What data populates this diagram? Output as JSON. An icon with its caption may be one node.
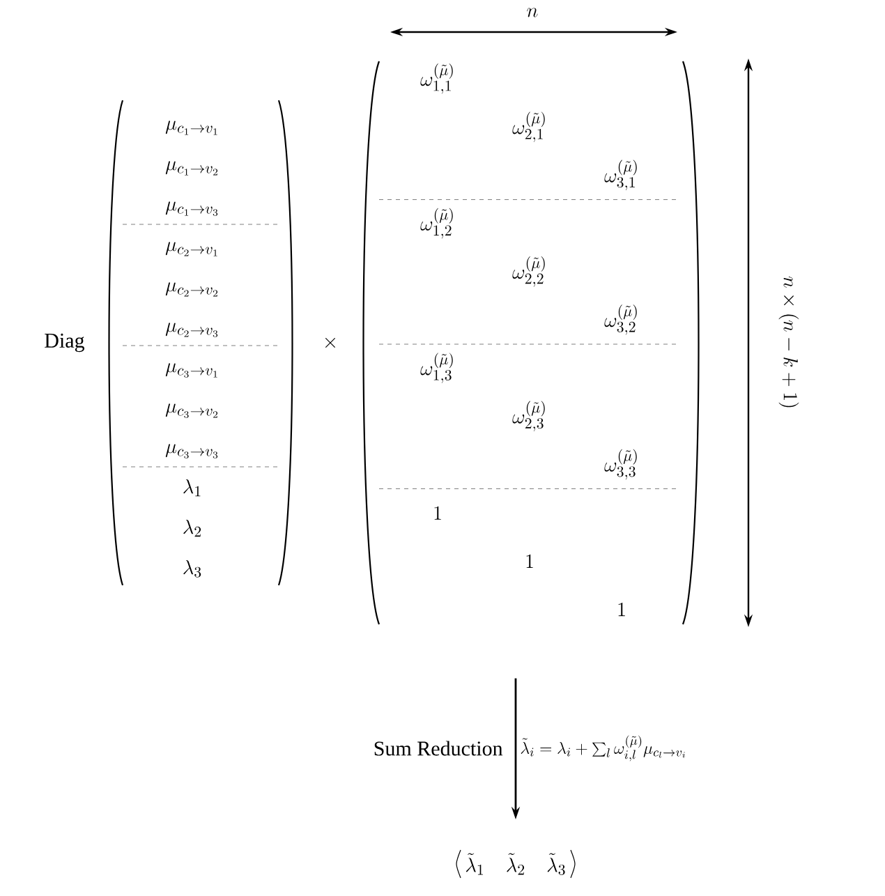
{
  "diagram": {
    "nodes": [
      {
        "text": [
          "\\mu_{c_1\\to v_1}",
          "\\mu_{c_1\\to v_2}",
          "\\mu_{c_1\\to v_3}",
          "\\mu_{c_2\\to v_1}",
          "\\mu_{c_2\\to v_2}",
          "\\mu_{c_2\\to v_3}",
          "\\mu_{c_3\\to v_1}",
          "\\mu_{c_3\\to v_2}",
          "\\mu_{c_3\\to v_3}",
          "\\lambda_1",
          "\\lambda_2",
          "\\lambda_3"
        ]
      },
      {
        "text": [
          "\\omega_{1,1}^{(\\tilde{\\mu})}",
          "\\omega_{2,1}^{(\\tilde{\\mu})}",
          "\\omega_{3,1}^{(\\tilde{\\mu})}",
          "\\omega_{1,2}^{(\\tilde{\\mu})}",
          "\\omega_{2,2}^{(\\tilde{\\mu})}",
          "\\omega_{3,2}^{(\\tilde{\\mu})}",
          "\\omega_{1,3}^{(\\tilde{\\mu})}",
          "\\omega_{2,3}^{(\\tilde{\\mu})}",
          "\\omega_{3,3}^{(\\tilde{\\mu})}",
          "1",
          "1",
          "1"
        ]
      },
      {
        "text": [
          "\\tilde{\\lambda}_1",
          "\\tilde{\\lambda}_2",
          "\\tilde{\\lambda}_3"
        ]
      }
    ],
    "edges": [
      {
        "from": 1,
        "to": 2,
        "arrow": "to",
        "label": "Sum Reduction"
      }
    ],
    "labels": [
      "Diag",
      "\\times",
      "n",
      "n\\times(n-k+1)",
      "\\tilde{\\lambda}_i=\\lambda_i+\\sum_l\\omega_{i,l}^{(\\tilde{\\mu})}\\mu_{c_l\\to v_i}"
    ]
  }
}
